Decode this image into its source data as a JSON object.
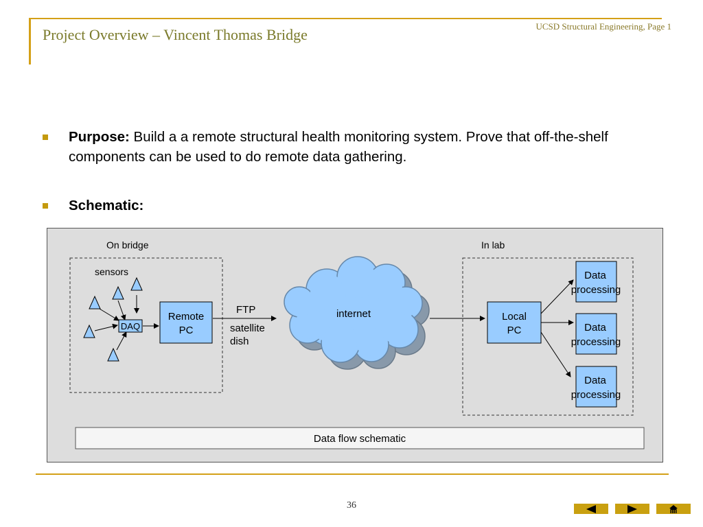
{
  "slide": {
    "title": "Project Overview – Vincent Thomas Bridge",
    "header_right": "UCSD Structural Engineering, Page 1",
    "page_number": "36"
  },
  "bullets": [
    {
      "label": "Purpose:",
      "text": " Build a a remote structural health monitoring system. Prove that off-the-shelf components can be used to do remote data gathering."
    },
    {
      "label": "Schematic:",
      "text": ""
    }
  ],
  "diagram": {
    "on_bridge_label": "On bridge",
    "in_lab_label": "In lab",
    "sensors_label": "sensors",
    "daq_label": "DAQ",
    "remote_pc_lines": [
      "Remote",
      "PC"
    ],
    "ftp_label": "FTP",
    "satellite_lines": [
      "satellite",
      "dish"
    ],
    "internet_label": "internet",
    "local_pc_lines": [
      "Local",
      "PC"
    ],
    "data_processing_lines": [
      "Data",
      "processing"
    ],
    "caption": "Data flow schematic"
  },
  "nav": {
    "prev_icon": "triangle-left-icon",
    "next_icon": "triangle-right-icon",
    "home_icon": "home-icon"
  },
  "colors": {
    "accent": "#d4a017",
    "box_fill": "#99ccff",
    "diagram_bg": "#dddddd"
  }
}
